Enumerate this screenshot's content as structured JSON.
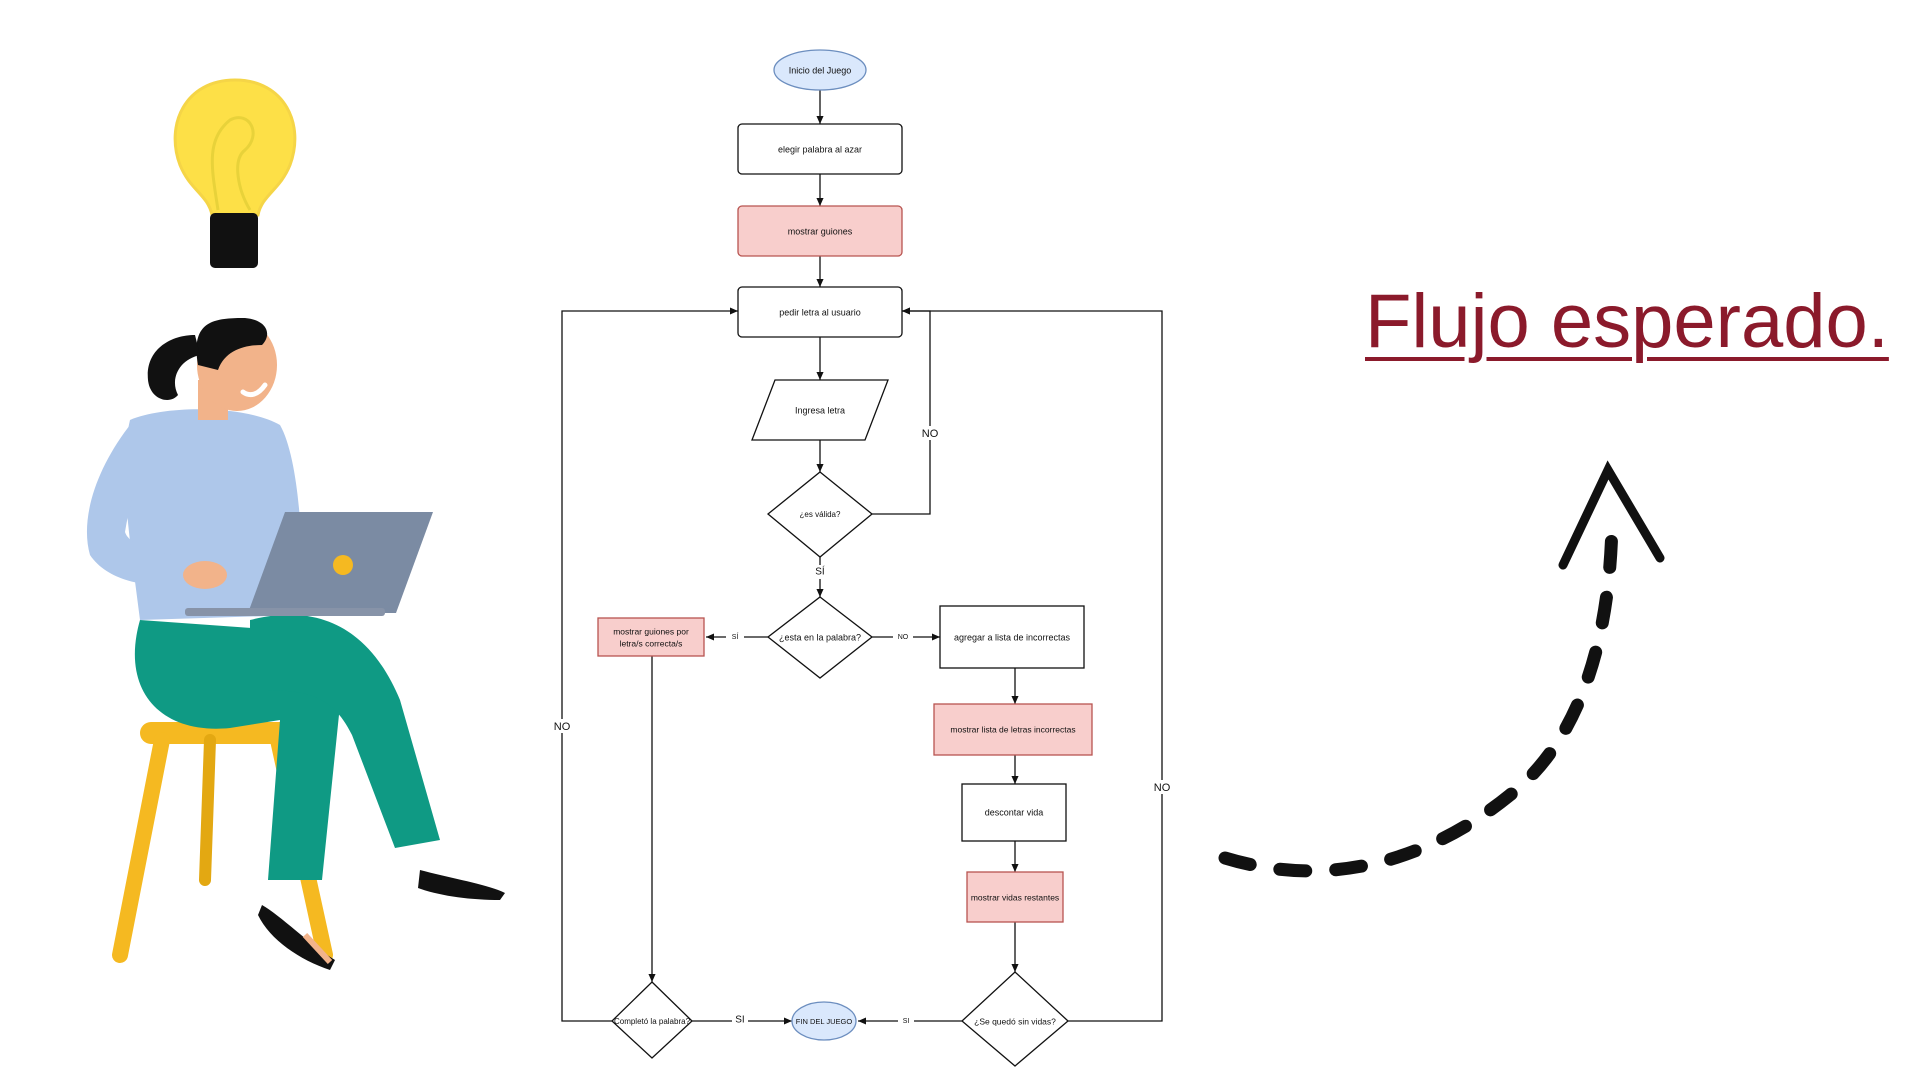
{
  "heading": {
    "text": "Flujo esperado."
  },
  "flowchart": {
    "nodes": {
      "start": {
        "label": "Inicio del Juego"
      },
      "pick_word": {
        "label": "elegir palabra al azar"
      },
      "show_dashes": {
        "label": "mostrar guiones"
      },
      "ask_letter": {
        "label": "pedir letra al usuario"
      },
      "input_letter": {
        "label": "Ingresa letra"
      },
      "is_valid": {
        "label": "¿es válida?"
      },
      "in_word": {
        "label": "¿esta en la palabra?"
      },
      "show_correct_1": {
        "label": "mostrar guiones por"
      },
      "show_correct_2": {
        "label": "letra/s correcta/s"
      },
      "add_incorrect": {
        "label": "agregar a lista de incorrectas"
      },
      "show_incorrect": {
        "label": "mostrar lista de letras incorrectas"
      },
      "lose_life": {
        "label": "descontar vida"
      },
      "show_lives": {
        "label": "mostrar vidas restantes"
      },
      "no_lives": {
        "label": "¿Se quedó sin vidas?"
      },
      "word_complete": {
        "label": "Completó la palabra?"
      },
      "end": {
        "label": "FIN DEL JUEGO"
      }
    },
    "edge_labels": {
      "valid_no": "NO",
      "valid_yes": "SÍ",
      "in_word_yes": "SÍ",
      "in_word_no": "NO",
      "complete_no": "NO",
      "lives_no": "NO",
      "complete_yes": "SI",
      "lives_yes": "SI"
    }
  },
  "colors": {
    "heading": "#8b1a2b",
    "terminal_fill": "#dae8fc",
    "terminal_stroke": "#6c8ebf",
    "highlight_fill": "#f8cecc",
    "highlight_stroke": "#b85450"
  },
  "illustration": {
    "subject": "woman-sitting-with-laptop",
    "icons": [
      "lightbulb-icon",
      "dashed-curved-arrow-icon"
    ]
  }
}
